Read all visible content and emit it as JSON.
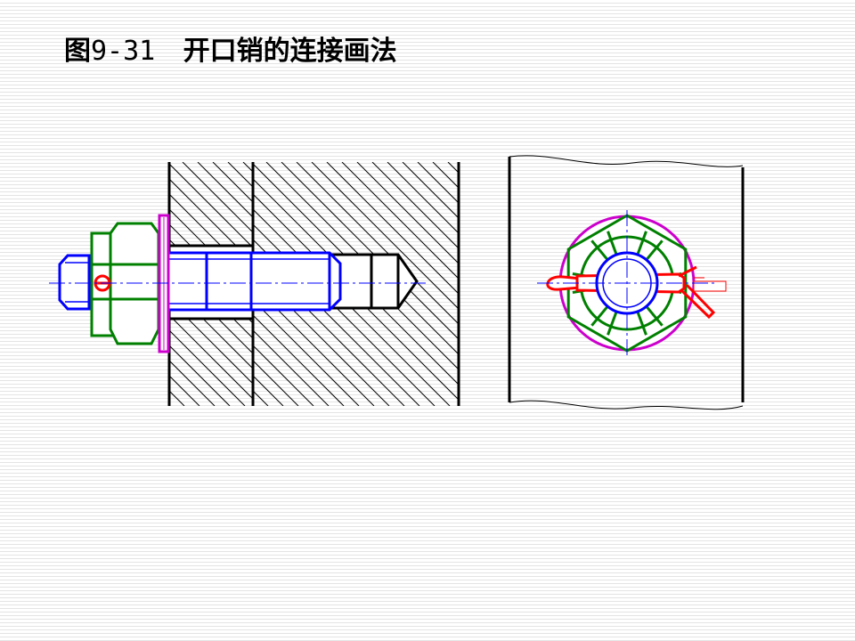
{
  "slide": {
    "title_prefix": "图",
    "figure_number": "9-31",
    "title_text": "开口销的连接画法"
  },
  "colors": {
    "outline": "#000000",
    "bolt": "#0000ff",
    "nut": "#008000",
    "washer": "#cc00cc",
    "cotter_pin": "#ff0000",
    "centerline": "#0000ff",
    "hatch": "#000000"
  }
}
